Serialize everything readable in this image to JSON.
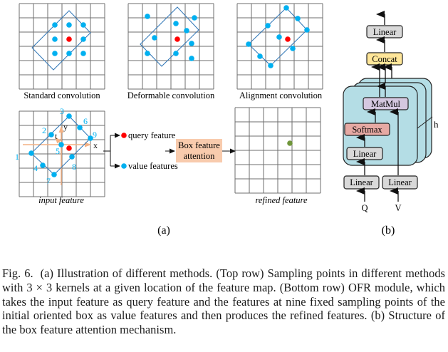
{
  "figure": {
    "panel_a": {
      "label": "(a)",
      "top_row": [
        {
          "title": "Standard convolution"
        },
        {
          "title": "Deformable convolution"
        },
        {
          "title": "Alignment convolution"
        }
      ],
      "bottom_row": {
        "input_title": "input feature",
        "refined_title": "refined feature",
        "point_labels": [
          "1",
          "2",
          "3",
          "4",
          "5",
          "6",
          "7",
          "8",
          "9"
        ],
        "axis_labels": {
          "x": "x",
          "y": "y",
          "t": "t"
        },
        "branches": {
          "query": "query feature",
          "value": "value features"
        },
        "attention_box": [
          "Box feature",
          "attention"
        ]
      }
    },
    "panel_b": {
      "label": "(b)",
      "blocks": {
        "linear_top": "Linear",
        "concat": "Concat",
        "matmul": "MatMul",
        "softmax": "Softmax",
        "linear_inner": "Linear",
        "linear_q": "Linear",
        "linear_v": "Linear"
      },
      "inputs": {
        "q": "Q",
        "v": "V"
      },
      "heads_label": "h"
    },
    "colors": {
      "grid": "#6e6e6e",
      "box_outline": "#2e75b6",
      "sample_point": "#00b0f0",
      "center_point": "#ff0000",
      "refined_point": "#70963b",
      "axis_arrow": "#f4b183",
      "attention_fill": "#f8cbad",
      "head_panel": "#b4dde5",
      "linear_fill": "#d9d9d9",
      "concat_fill": "#ffe699",
      "matmul_fill": "#d5c8e0",
      "softmax_fill": "#e6a9a3"
    }
  },
  "caption": {
    "lead": "Fig. 6.",
    "text": "(a) Illustration of different methods. (Top row) Sampling points in different methods with 3 × 3 kernels at a given location of the feature map. (Bottom row) OFR module, which takes the input feature as query feature and the features at nine fixed sampling points of the initial oriented box as value features and then produces the refined features. (b) Structure of the box feature attention mechanism."
  }
}
